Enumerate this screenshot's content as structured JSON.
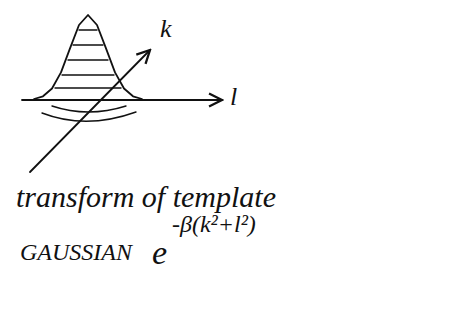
{
  "diagram": {
    "labels": [
      "k",
      "l",
      "transform of template",
      "GAUSSIAN",
      "e",
      "-β(k²+l²)"
    ]
  }
}
